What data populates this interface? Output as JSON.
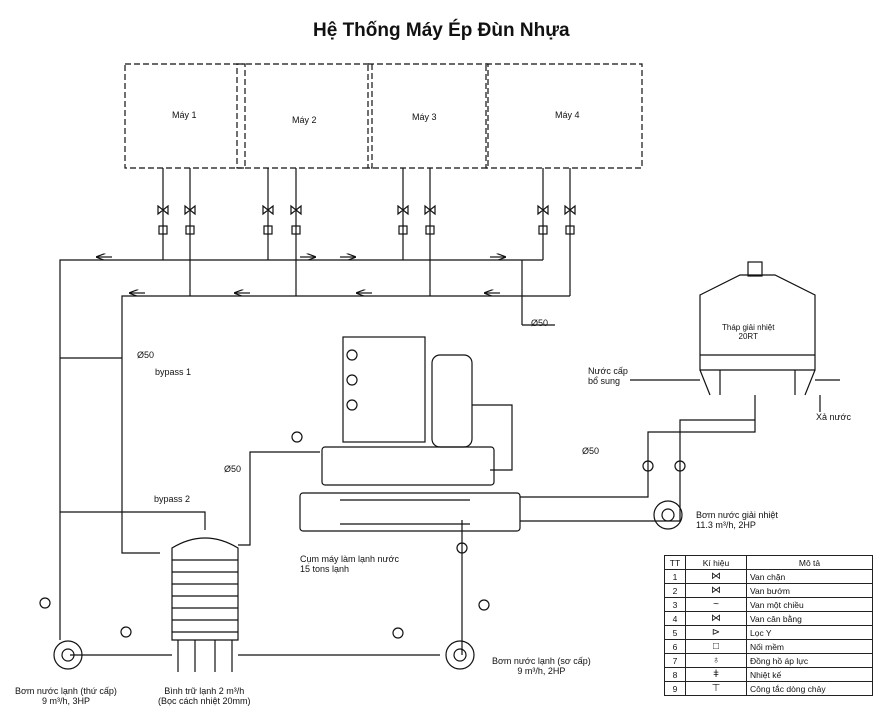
{
  "title": "Hệ Thống Máy Ép Đùn Nhựa",
  "machines": [
    "Máy 1",
    "Máy 2",
    "Máy 3",
    "Máy 4"
  ],
  "pipe_sizes": {
    "main": "Ø50",
    "bypass_side": "Ø50",
    "tank_line": "Ø50",
    "tower_line": "Ø50"
  },
  "labels": {
    "bypass1": "bypass 1",
    "bypass2": "bypass 2",
    "tower": "Tháp giải nhiệt\n20RT",
    "makeup_water": "Nước cấp\nbổ sung",
    "drain": "Xả nước",
    "chiller": "Cụm máy làm lạnh nước\n15 tons lạnh",
    "pump_cooling": "Bơm nước giải nhiệt\n11.3 m³/h, 2HP",
    "pump_primary": "Bơm nước lạnh (sơ cấp)\n9 m³/h, 2HP",
    "pump_secondary": "Bơm nước lạnh (thứ cấp)\n9 m³/h, 3HP",
    "tank": "Bình trữ lạnh 2 m³/h\n(Bọc cách nhiệt 20mm)"
  },
  "legend": {
    "headers": [
      "TT",
      "Kí hiệu",
      "Mô tả"
    ],
    "rows": [
      {
        "tt": "1",
        "symbol": "⋈",
        "desc": "Van chặn"
      },
      {
        "tt": "2",
        "symbol": "⋈",
        "desc": "Van bướm"
      },
      {
        "tt": "3",
        "symbol": "~",
        "desc": "Van một chiều"
      },
      {
        "tt": "4",
        "symbol": "⋈",
        "desc": "Van cân bằng"
      },
      {
        "tt": "5",
        "symbol": "⊳",
        "desc": "Lọc Y"
      },
      {
        "tt": "6",
        "symbol": "□",
        "desc": "Nối mềm"
      },
      {
        "tt": "7",
        "symbol": "♁",
        "desc": "Đồng hồ áp lực"
      },
      {
        "tt": "8",
        "symbol": "ǂ",
        "desc": "Nhiệt kế"
      },
      {
        "tt": "9",
        "symbol": "⊤",
        "desc": "Công tắc dòng chảy"
      }
    ]
  }
}
